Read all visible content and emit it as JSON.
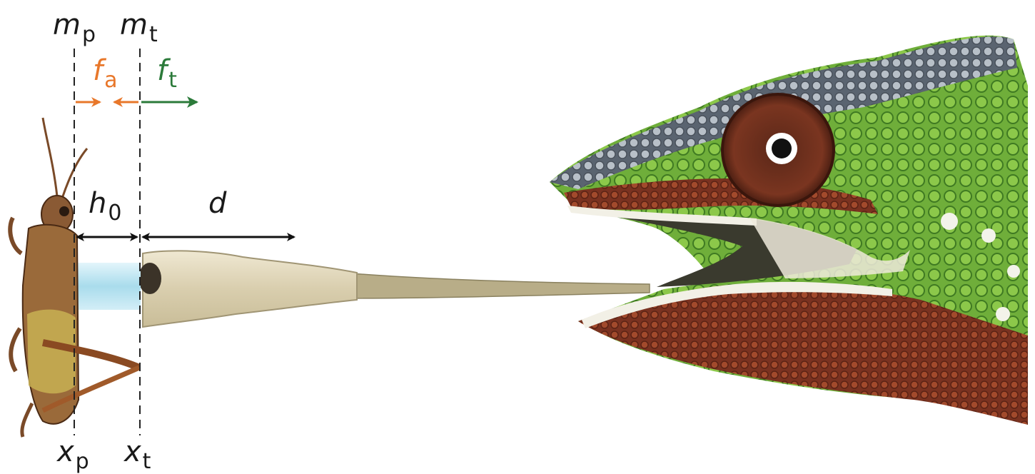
{
  "labels": {
    "mp": {
      "main": "m",
      "sub": "p"
    },
    "mt": {
      "main": "m",
      "sub": "t"
    },
    "fa": {
      "main": "f",
      "sub": "a"
    },
    "ft": {
      "main": "f",
      "sub": "t"
    },
    "h0": {
      "main": "h",
      "sub": "0"
    },
    "d": {
      "main": "d"
    },
    "xp": {
      "main": "x",
      "sub": "p"
    },
    "xt": {
      "main": "x",
      "sub": "t"
    }
  },
  "colors": {
    "text": "#1a1a1a",
    "fa": "#e8772a",
    "ft": "#2b7a3a",
    "arrow_black": "#111111",
    "adhesion": "#bfe6f2",
    "tongue": "#e5dcc2",
    "chameleon_green": "#6fae3a",
    "chameleon_red": "#8a3a22",
    "scales_grey": "#9aa4ad"
  },
  "illustration": {
    "prey": "grasshopper",
    "predator": "chameleon"
  }
}
